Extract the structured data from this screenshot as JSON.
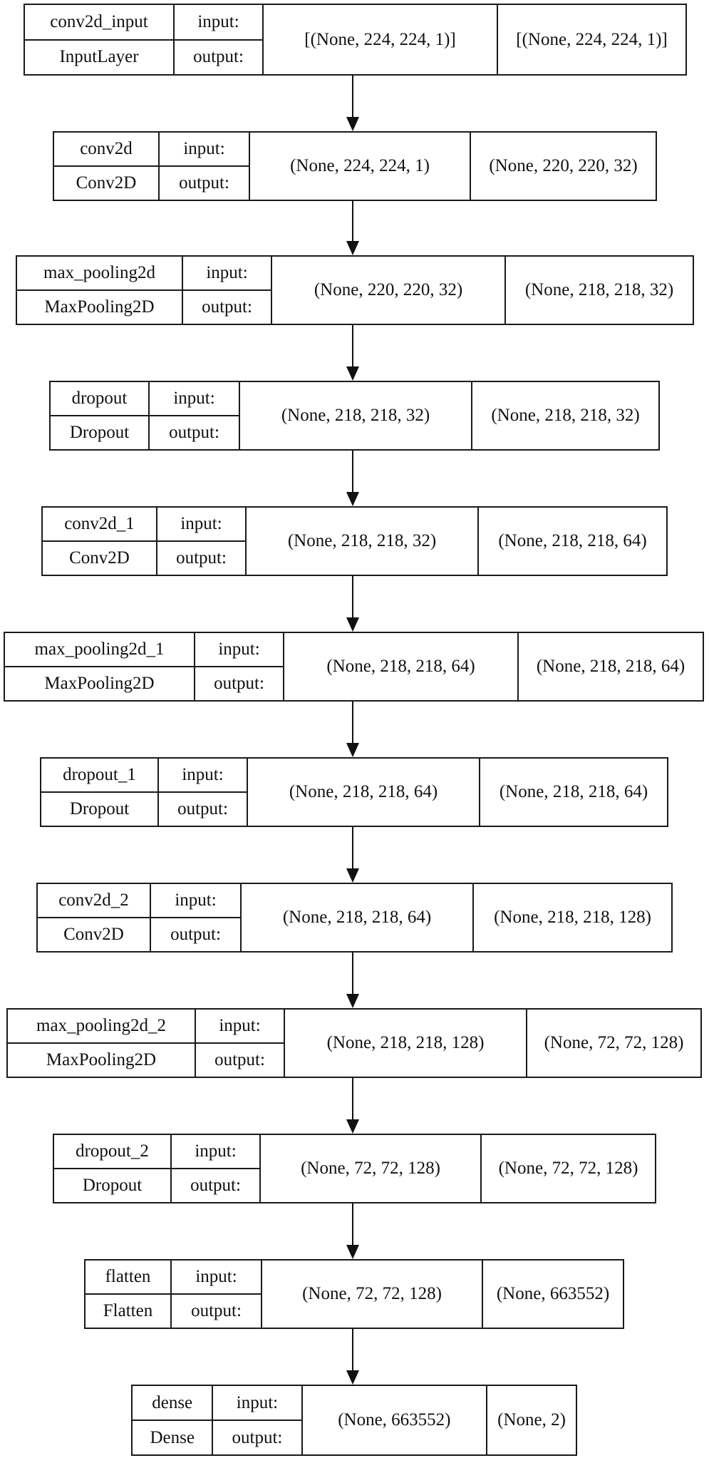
{
  "io_labels": {
    "input": "input:",
    "output": "output:"
  },
  "layers": [
    {
      "name": "conv2d_input",
      "class": "InputLayer",
      "input_shape": "[(None, 224, 224, 1)]",
      "output_shape": "[(None, 224, 224, 1)]"
    },
    {
      "name": "conv2d",
      "class": "Conv2D",
      "input_shape": "(None, 224, 224, 1)",
      "output_shape": "(None, 220, 220, 32)"
    },
    {
      "name": "max_pooling2d",
      "class": "MaxPooling2D",
      "input_shape": "(None, 220, 220, 32)",
      "output_shape": "(None, 218, 218, 32)"
    },
    {
      "name": "dropout",
      "class": "Dropout",
      "input_shape": "(None, 218, 218, 32)",
      "output_shape": "(None, 218, 218, 32)"
    },
    {
      "name": "conv2d_1",
      "class": "Conv2D",
      "input_shape": "(None, 218, 218, 32)",
      "output_shape": "(None, 218, 218, 64)"
    },
    {
      "name": "max_pooling2d_1",
      "class": "MaxPooling2D",
      "input_shape": "(None, 218, 218, 64)",
      "output_shape": "(None, 218, 218, 64)"
    },
    {
      "name": "dropout_1",
      "class": "Dropout",
      "input_shape": "(None, 218, 218, 64)",
      "output_shape": "(None, 218, 218, 64)"
    },
    {
      "name": "conv2d_2",
      "class": "Conv2D",
      "input_shape": "(None, 218, 218, 64)",
      "output_shape": "(None, 218, 218, 128)"
    },
    {
      "name": "max_pooling2d_2",
      "class": "MaxPooling2D",
      "input_shape": "(None, 218, 218, 128)",
      "output_shape": "(None, 72, 72, 128)"
    },
    {
      "name": "dropout_2",
      "class": "Dropout",
      "input_shape": "(None, 72, 72, 128)",
      "output_shape": "(None, 72, 72, 128)"
    },
    {
      "name": "flatten",
      "class": "Flatten",
      "input_shape": "(None, 72, 72, 128)",
      "output_shape": "(None, 663552)"
    },
    {
      "name": "dense",
      "class": "Dense",
      "input_shape": "(None, 663552)",
      "output_shape": "(None, 2)"
    }
  ]
}
